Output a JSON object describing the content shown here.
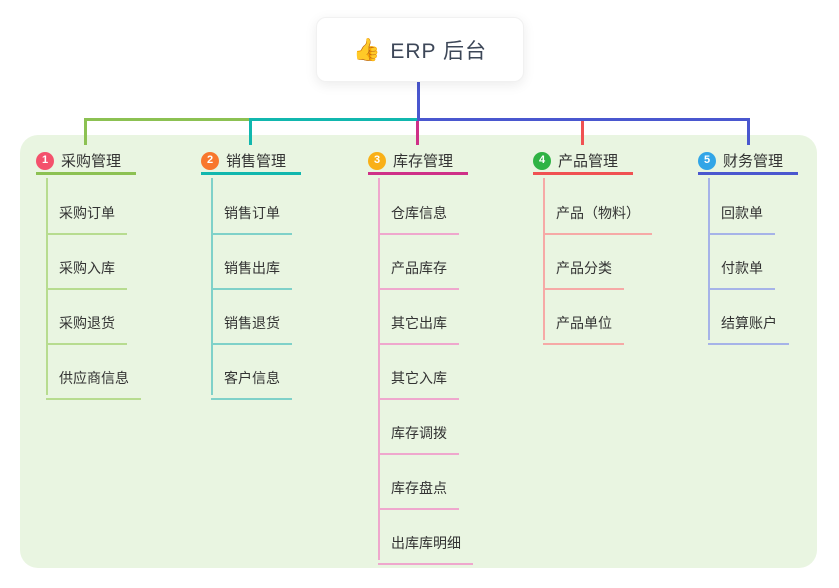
{
  "root": {
    "icon": "👍",
    "title": "ERP 后台"
  },
  "branches": [
    {
      "badge": "1",
      "title": "采购管理",
      "line_color": "#8cc152",
      "badge_color": "#f4516c",
      "child_line_color": "#b7dc8f",
      "children": [
        "采购订单",
        "采购入库",
        "采购退货",
        "供应商信息"
      ]
    },
    {
      "badge": "2",
      "title": "销售管理",
      "line_color": "#11b7ae",
      "badge_color": "#f8772d",
      "child_line_color": "#7fd1c9",
      "children": [
        "销售订单",
        "销售出库",
        "销售退货",
        "客户信息"
      ]
    },
    {
      "badge": "3",
      "title": "库存管理",
      "line_color": "#cf3088",
      "badge_color": "#f9b017",
      "child_line_color": "#efa7cd",
      "children": [
        "仓库信息",
        "产品库存",
        "其它出库",
        "其它入库",
        "库存调拨",
        "库存盘点",
        "出库库明细"
      ]
    },
    {
      "badge": "4",
      "title": "产品管理",
      "line_color": "#f05152",
      "badge_color": "#2fb344",
      "child_line_color": "#f6a9a6",
      "children": [
        "产品（物料）",
        "产品分类",
        "产品单位"
      ]
    },
    {
      "badge": "5",
      "title": "财务管理",
      "line_color": "#4a57cf",
      "badge_color": "#31a5e7",
      "child_line_color": "#a6b3e8",
      "children": [
        "回款单",
        "付款单",
        "结算账户"
      ]
    }
  ],
  "colors": {
    "panel_background": "#e9f5e1",
    "root_connector": "#4a57cf",
    "text": "#333333",
    "root_card_background": "#ffffff"
  }
}
